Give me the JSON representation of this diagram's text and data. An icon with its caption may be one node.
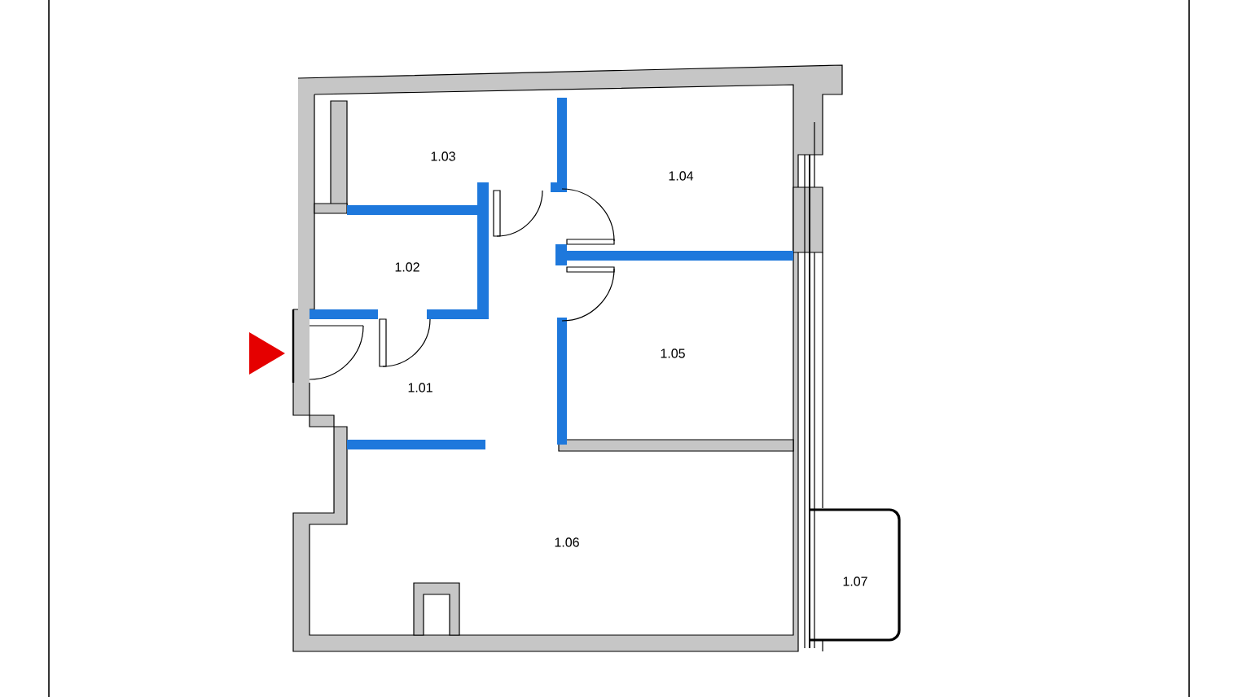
{
  "diagram": {
    "labels": [
      "1.03",
      "1.04",
      "1.02",
      "1.05",
      "1.01",
      "1.06",
      "1.07"
    ]
  }
}
